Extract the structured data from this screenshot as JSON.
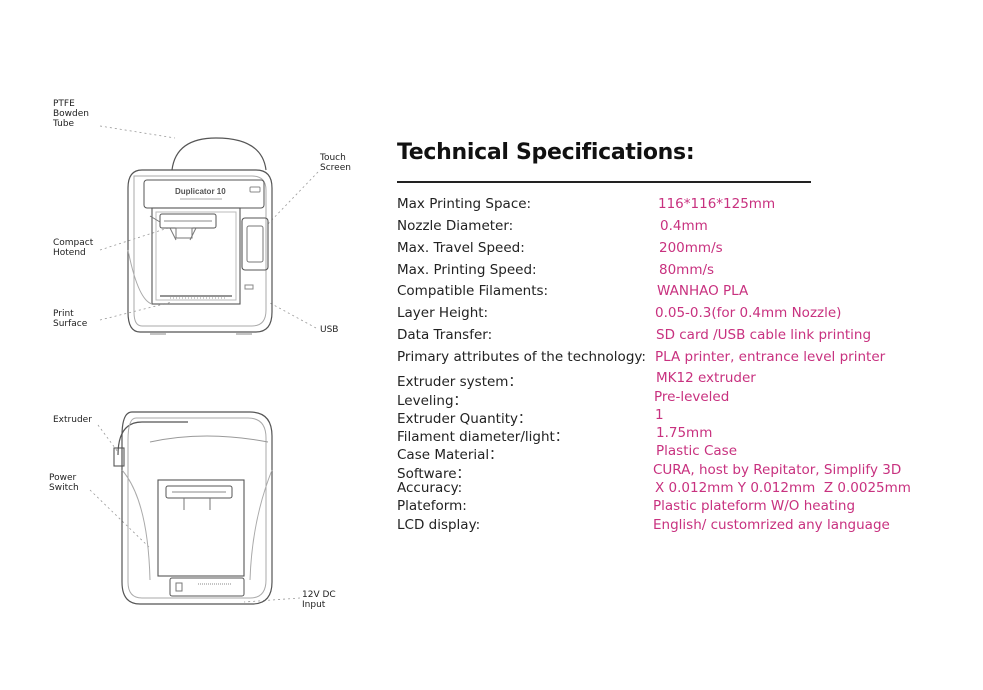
{
  "colors": {
    "accent": "#c8317f",
    "text": "#222222",
    "line": "#555555"
  },
  "front_view": {
    "model_label": "Duplicator 10",
    "callouts": [
      {
        "id": "ptfe",
        "text": "PTFE\nBowden\nTube"
      },
      {
        "id": "touch-screen",
        "text": "Touch\nScreen"
      },
      {
        "id": "hotend",
        "text": "Compact\nHotend"
      },
      {
        "id": "surface",
        "text": "Print\nSurface"
      },
      {
        "id": "usb",
        "text": "USB"
      }
    ]
  },
  "back_view": {
    "callouts": [
      {
        "id": "extruder",
        "text": "Extruder"
      },
      {
        "id": "power",
        "text": "Power\nSwitch"
      },
      {
        "id": "dc-input",
        "text": "12V DC\nInput"
      }
    ]
  },
  "specs": {
    "title": "Technical Specifications:",
    "rows": [
      {
        "label": "Max Printing Space:",
        "value": "116*116*125mm"
      },
      {
        "label": "Nozzle Diameter:",
        "value": "0.4mm"
      },
      {
        "label": "Max. Travel Speed:",
        "value": "200mm/s"
      },
      {
        "label": "Max. Printing Speed:",
        "value": "80mm/s"
      },
      {
        "label": "Compatible Filaments:",
        "value": "WANHAO PLA"
      },
      {
        "label": "Layer Height:",
        "value": "0.05-0.3(for 0.4mm Nozzle)"
      },
      {
        "label": "Data Transfer:",
        "value": "SD card /USB cable link printing"
      },
      {
        "label": "Primary attributes of the technology:",
        "value": "PLA printer, entrance level printer"
      },
      {
        "label": "Extruder system：",
        "value": "MK12 extruder"
      },
      {
        "label": "Leveling：",
        "value": "Pre-leveled"
      },
      {
        "label": "Extruder Quantity：",
        "value": "1"
      },
      {
        "label": "Filament diameter/light：",
        "value": "1.75mm"
      },
      {
        "label": "Case Material：",
        "value": "Plastic Case"
      },
      {
        "label": "Software：",
        "value": "CURA, host by Repitator, Simplify 3D"
      },
      {
        "label": "Accuracy:",
        "value": "X 0.012mm Y 0.012mm  Z 0.0025mm"
      },
      {
        "label": "Plateform:",
        "value": "Plastic plateform W/O heating"
      },
      {
        "label": "LCD display:",
        "value": "English/ customrized any language"
      }
    ]
  }
}
